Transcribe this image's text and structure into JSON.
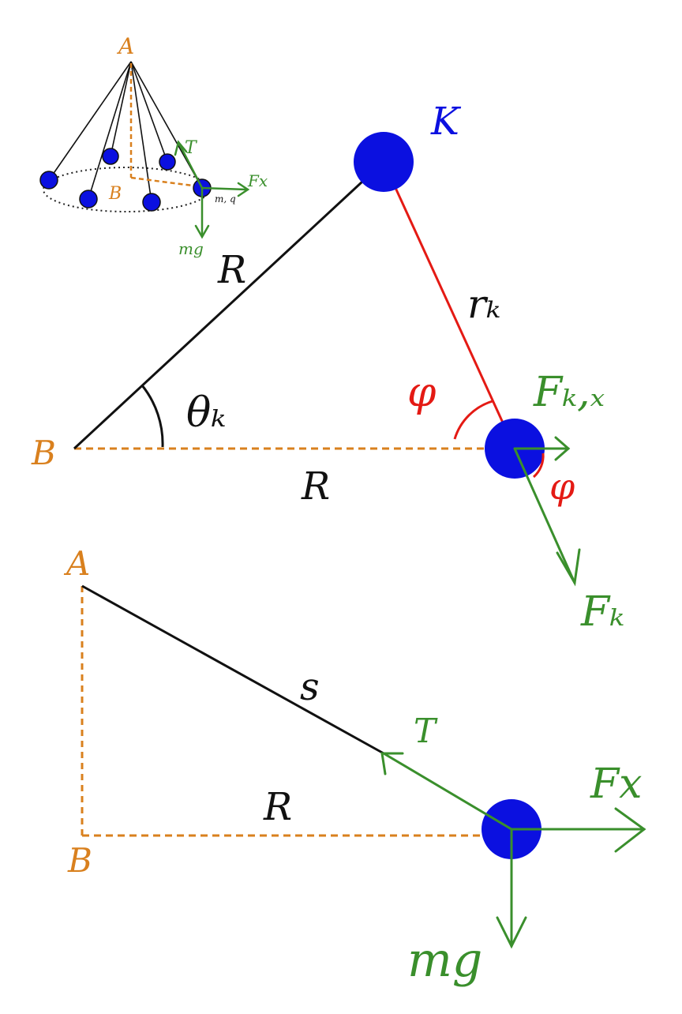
{
  "colors": {
    "orange": "#d9801e",
    "green": "#3a8f2c",
    "blue": "#0b10e0",
    "red": "#e41a14",
    "black": "#111111"
  },
  "inset": {
    "label_a": "A",
    "label_b": "B",
    "label_t": "T",
    "label_fx": "Fx",
    "label_mg": "mg",
    "label_m": "m, q"
  },
  "top": {
    "label_k": "K",
    "label_b": "B",
    "label_r_side": "R",
    "label_r_base": "R",
    "label_theta": "θₖ",
    "label_rk": "rₖ",
    "label_phi_upper": "φ",
    "label_phi_lower": "φ",
    "label_fkx": "Fₖ,ₓ",
    "label_fk": "Fₖ"
  },
  "bottom": {
    "label_a": "A",
    "label_b": "B",
    "label_s": "s",
    "label_r": "R",
    "label_t": "T",
    "label_fx": "Fx",
    "label_mg": "mg"
  }
}
